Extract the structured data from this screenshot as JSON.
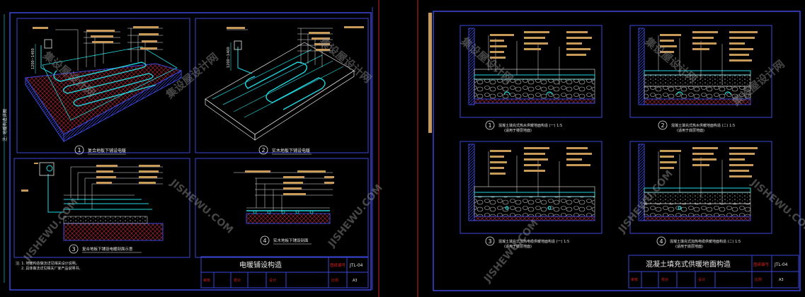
{
  "colors": {
    "background": "#000000",
    "frame": "#3a47d8",
    "pipe": "#20d8e0",
    "label": "#c89a5a",
    "hatch": "#8a1f28",
    "text": "#e8e8e8",
    "red": "#d02020",
    "watermark": "#9a9a9a"
  },
  "sheet_left": {
    "title": "电暖铺设构造",
    "drawing_no_label": "图纸编号",
    "drawing_no": "JTL-04",
    "footer_cells": [
      "审核",
      "校对",
      "设计",
      "比例",
      "A3"
    ],
    "notes": [
      "注: 1. 地暖构造做法详见相关设计说明。",
      "2. 具体做法详见相关厂家产品说明书。"
    ],
    "details": [
      {
        "num": "1",
        "caption": "复合地板下铺设电暖"
      },
      {
        "num": "2",
        "caption": "实木地板下铺设电暖"
      },
      {
        "num": "3",
        "caption": "复合地板下铺设电暖剖面示意"
      },
      {
        "num": "4",
        "caption": "实木地板下铺设剖面"
      }
    ],
    "dimension": "1200~1400",
    "vertical_note": "注: 地暖构造详图"
  },
  "sheet_right": {
    "title": "混凝土填充式供暖地面构造",
    "drawing_no_label": "图纸编号",
    "drawing_no": "JTL-04",
    "footer_cells": [
      "审核",
      "校对",
      "设计",
      "比例",
      "A3"
    ],
    "details": [
      {
        "num": "1",
        "caption": "混凝土填充式热水供暖地面构造 (一) 1:5",
        "sub": "(适用于楼层地面)"
      },
      {
        "num": "2",
        "caption": "混凝土填充式热水供暖地面构造 (二) 1:5",
        "sub": "(适用于底层地面)"
      },
      {
        "num": "3",
        "caption": "混凝土填充式加热电缆供暖地面构造 (一) 1:5",
        "sub": "(适用于楼层地面)"
      },
      {
        "num": "4",
        "caption": "混凝土填充式加热电缆供暖地面构造 (二) 1:5",
        "sub": "(适用于底层地面)"
      }
    ]
  },
  "watermarks": [
    "集设屋设计网",
    "JISHEWU.COM"
  ]
}
